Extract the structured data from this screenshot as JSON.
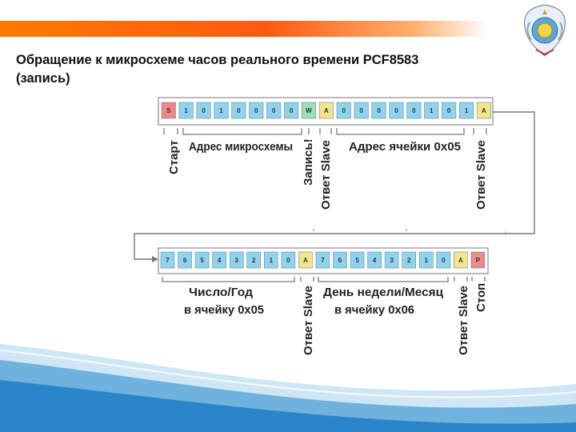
{
  "slide": {
    "title_line1": "Обращение к  микросхеме часов реального времени PCF8583",
    "title_line2": "(запись)"
  },
  "colors": {
    "accent": "#ff6a1a",
    "start_cell": "#f28585",
    "bit_cell": "#8fd3ee",
    "w_cell": "#9be0b8",
    "ack_cell": "#f2e58a",
    "stop_cell": "#ee8a8a",
    "wave_blue": "#2a86c9"
  },
  "row1": {
    "cells": [
      {
        "text": "S",
        "kind": "start"
      },
      {
        "text": "1",
        "kind": "bit"
      },
      {
        "text": "0",
        "kind": "bit"
      },
      {
        "text": "1",
        "kind": "bit"
      },
      {
        "text": "0",
        "kind": "bit"
      },
      {
        "text": "0",
        "kind": "bit"
      },
      {
        "text": "0",
        "kind": "bit"
      },
      {
        "text": "0",
        "kind": "bit"
      },
      {
        "text": "W",
        "kind": "w"
      },
      {
        "text": "A",
        "kind": "ack"
      },
      {
        "text": "0",
        "kind": "bit"
      },
      {
        "text": "0",
        "kind": "bit"
      },
      {
        "text": "0",
        "kind": "bit"
      },
      {
        "text": "0",
        "kind": "bit"
      },
      {
        "text": "0",
        "kind": "bit"
      },
      {
        "text": "1",
        "kind": "bit"
      },
      {
        "text": "0",
        "kind": "bit"
      },
      {
        "text": "1",
        "kind": "bit"
      },
      {
        "text": "A",
        "kind": "ack"
      }
    ],
    "labels": {
      "start": "Старт",
      "chip_address": "Адрес микросхемы",
      "write": "Запись!",
      "slave_ack_1": "Ответ Slave",
      "cell_address": "Адрес ячейки 0x05",
      "slave_ack_2": "Ответ Slave"
    }
  },
  "row2": {
    "cells": [
      {
        "text": "7",
        "kind": "bit"
      },
      {
        "text": "6",
        "kind": "bit"
      },
      {
        "text": "5",
        "kind": "bit"
      },
      {
        "text": "4",
        "kind": "bit"
      },
      {
        "text": "3",
        "kind": "bit"
      },
      {
        "text": "2",
        "kind": "bit"
      },
      {
        "text": "1",
        "kind": "bit"
      },
      {
        "text": "0",
        "kind": "bit"
      },
      {
        "text": "A",
        "kind": "ack"
      },
      {
        "text": "7",
        "kind": "bit"
      },
      {
        "text": "6",
        "kind": "bit"
      },
      {
        "text": "5",
        "kind": "bit"
      },
      {
        "text": "4",
        "kind": "bit"
      },
      {
        "text": "3",
        "kind": "bit"
      },
      {
        "text": "2",
        "kind": "bit"
      },
      {
        "text": "1",
        "kind": "bit"
      },
      {
        "text": "0",
        "kind": "bit"
      },
      {
        "text": "A",
        "kind": "ack"
      },
      {
        "text": "P",
        "kind": "stop"
      }
    ],
    "labels": {
      "year_line1": "Число/Год",
      "year_line2": "в ячейку 0x05",
      "slave_ack_1": "Ответ Slave",
      "month_line1": "День недели/Месяц",
      "month_line2": "в ячейку 0x06",
      "slave_ack_2": "Ответ Slave",
      "stop": "Стоп"
    }
  }
}
